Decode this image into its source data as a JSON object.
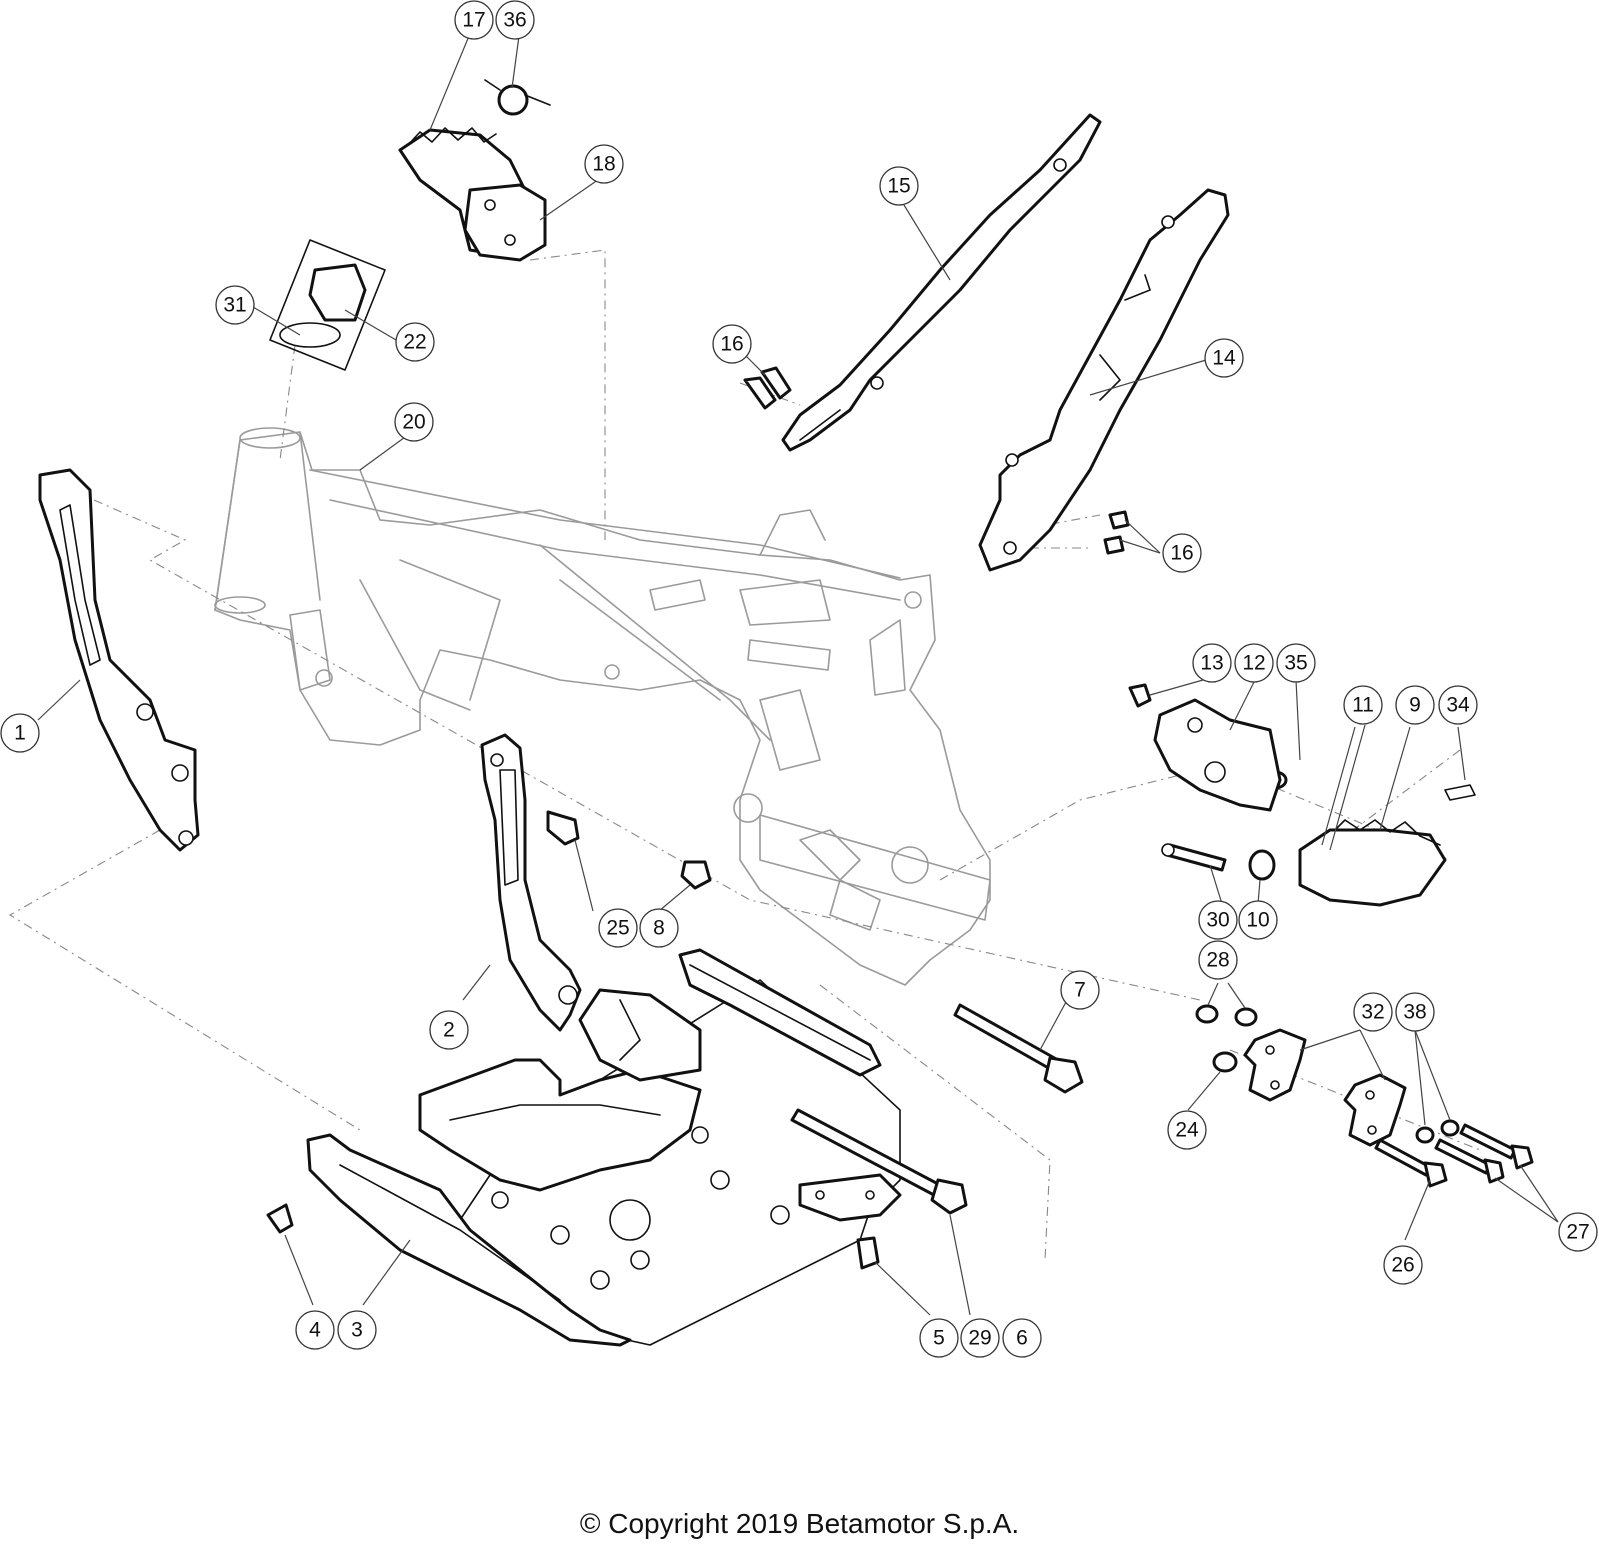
{
  "copyright": "© Copyright 2019 Betamotor S.p.A.",
  "callouts": [
    {
      "id": "c17",
      "label": "17"
    },
    {
      "id": "c36",
      "label": "36"
    },
    {
      "id": "c18",
      "label": "18"
    },
    {
      "id": "c31",
      "label": "31"
    },
    {
      "id": "c22",
      "label": "22"
    },
    {
      "id": "c20",
      "label": "20"
    },
    {
      "id": "c15",
      "label": "15"
    },
    {
      "id": "c16a",
      "label": "16"
    },
    {
      "id": "c14",
      "label": "14"
    },
    {
      "id": "c16b",
      "label": "16"
    },
    {
      "id": "c1",
      "label": "1"
    },
    {
      "id": "c13",
      "label": "13"
    },
    {
      "id": "c12",
      "label": "12"
    },
    {
      "id": "c35",
      "label": "35"
    },
    {
      "id": "c11",
      "label": "11"
    },
    {
      "id": "c9",
      "label": "9"
    },
    {
      "id": "c34",
      "label": "34"
    },
    {
      "id": "c25",
      "label": "25"
    },
    {
      "id": "c8",
      "label": "8"
    },
    {
      "id": "c30",
      "label": "30"
    },
    {
      "id": "c10",
      "label": "10"
    },
    {
      "id": "c2",
      "label": "2"
    },
    {
      "id": "c28",
      "label": "28"
    },
    {
      "id": "c7",
      "label": "7"
    },
    {
      "id": "c32",
      "label": "32"
    },
    {
      "id": "c38",
      "label": "38"
    },
    {
      "id": "c24",
      "label": "24"
    },
    {
      "id": "c27",
      "label": "27"
    },
    {
      "id": "c26",
      "label": "26"
    },
    {
      "id": "c4",
      "label": "4"
    },
    {
      "id": "c3",
      "label": "3"
    },
    {
      "id": "c5",
      "label": "5"
    },
    {
      "id": "c29",
      "label": "29"
    },
    {
      "id": "c6",
      "label": "6"
    }
  ]
}
